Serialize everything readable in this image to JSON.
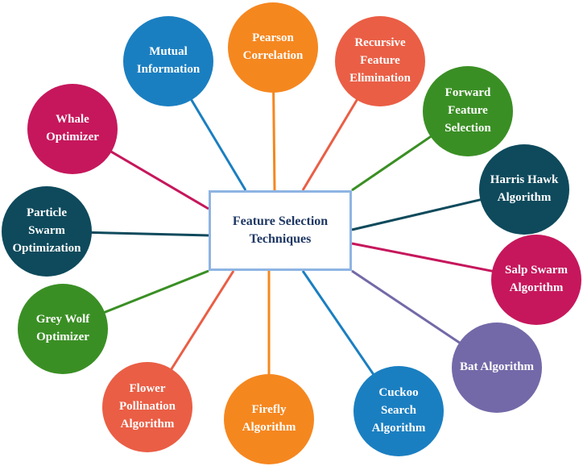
{
  "center": {
    "label": "Feature Selection\nTechniques",
    "border_color": "#8eb4e3",
    "text_color": "#1f3864"
  },
  "nodes": [
    {
      "id": "mutual-information",
      "label": "Mutual\nInformation",
      "color": "#1a7fc1"
    },
    {
      "id": "pearson-correlation",
      "label": "Pearson\nCorrelation",
      "color": "#f5871f"
    },
    {
      "id": "recursive-feature-elimination",
      "label": "Recursive\nFeature\nElimination",
      "color": "#ea5e45"
    },
    {
      "id": "forward-feature-selection",
      "label": "Forward\nFeature\nSelection",
      "color": "#3a8f24"
    },
    {
      "id": "harris-hawk-algorithm",
      "label": "Harris Hawk\nAlgorithm",
      "color": "#0e4a5c"
    },
    {
      "id": "salp-swarm-algorithm",
      "label": "Salp Swarm\nAlgorithm",
      "color": "#c6175c"
    },
    {
      "id": "bat-algorithm",
      "label": "Bat Algorithm",
      "color": "#7369a8"
    },
    {
      "id": "cuckoo-search-algorithm",
      "label": "Cuckoo\nSearch\nAlgorithm",
      "color": "#1a7fc1"
    },
    {
      "id": "firefly-algorithm",
      "label": "Firefly\nAlgorithm",
      "color": "#f5871f"
    },
    {
      "id": "flower-pollination-algorithm",
      "label": "Flower\nPollination\nAlgorithm",
      "color": "#ea5e45"
    },
    {
      "id": "grey-wolf-optimizer",
      "label": "Grey Wolf\nOptimizer",
      "color": "#3a8f24"
    },
    {
      "id": "particle-swarm-optimization",
      "label": "Particle\nSwarm\nOptimization",
      "color": "#0e4a5c"
    },
    {
      "id": "whale-optimizer",
      "label": "Whale\nOptimizer",
      "color": "#c6175c"
    }
  ]
}
